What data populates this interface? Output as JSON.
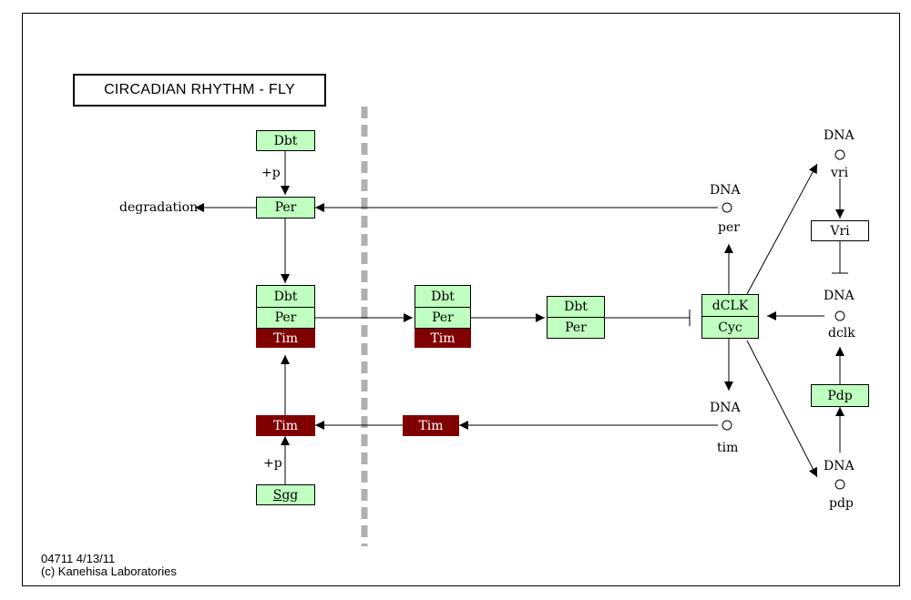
{
  "title": "CIRCADIAN RHYTHM - FLY",
  "nodes": {
    "dbt_top": "Dbt",
    "per_top": "Per",
    "complex_left": {
      "dbt": "Dbt",
      "per": "Per",
      "tim": "Tim"
    },
    "complex_mid": {
      "dbt": "Dbt",
      "per": "Per",
      "tim": "Tim"
    },
    "complex_nuclear": {
      "dbt": "Dbt",
      "per": "Per"
    },
    "dclk_cyc": {
      "dclk": "dCLK",
      "cyc": "Cyc"
    },
    "tim_left": "Tim",
    "tim_mid": "Tim",
    "sgg": "Sgg",
    "vri": "Vri",
    "pdp": "Pdp"
  },
  "labels": {
    "degradation": "degradation",
    "phospho_top": "+p",
    "phospho_bottom": "+p"
  },
  "genes": {
    "per": {
      "dna": "DNA",
      "gene": "per"
    },
    "tim": {
      "dna": "DNA",
      "gene": "tim"
    },
    "vri": {
      "dna": "DNA",
      "gene": "vri"
    },
    "dclk": {
      "dna": "DNA",
      "gene": "dclk"
    },
    "pdp": {
      "dna": "DNA",
      "gene": "pdp"
    }
  },
  "footer": {
    "id_date": "04711 4/13/11",
    "copyright": "(c) Kanehisa Laboratories"
  },
  "colors": {
    "gene_product": "#bfffbf",
    "highlighted": "#800000",
    "membrane": "#b0b0b0"
  }
}
